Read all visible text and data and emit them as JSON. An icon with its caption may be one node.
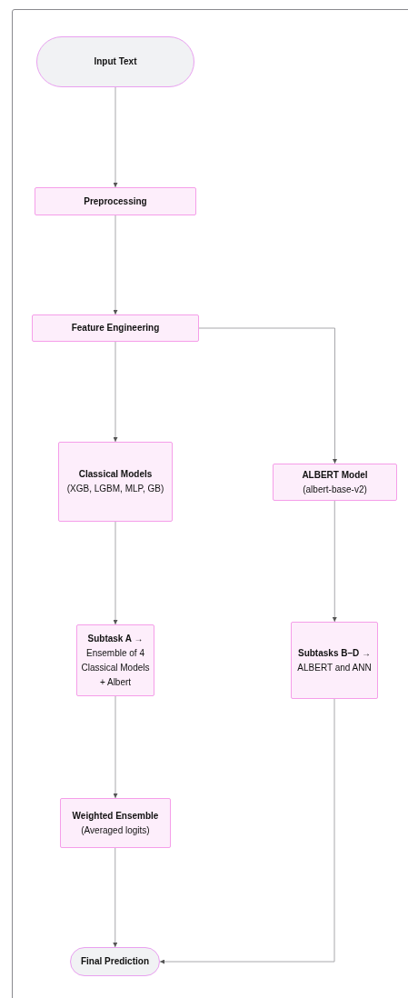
{
  "diagram": {
    "nodes": [
      {
        "text": [
          "Input Text"
        ]
      },
      {
        "text": [
          "Preprocessing"
        ]
      },
      {
        "text": [
          "Feature Engineering"
        ]
      },
      {
        "text": [
          "Classical Models",
          "(XGB, LGBM, MLP, GB)"
        ]
      },
      {
        "text": [
          "ALBERT Model",
          "(albert-base-v2)"
        ]
      },
      {
        "text": [
          "Subtask A →",
          "Ensemble of 4 Classical Models + Albert"
        ]
      },
      {
        "text": [
          "Subtasks B–D →",
          "ALBERT and ANN"
        ]
      },
      {
        "text": [
          "Weighted Ensemble",
          "(Averaged logits)"
        ]
      },
      {
        "text": [
          "Final Prediction"
        ]
      }
    ],
    "edges": [
      {
        "from": 0,
        "to": 1,
        "arrow": "to"
      },
      {
        "from": 1,
        "to": 2,
        "arrow": "to"
      },
      {
        "from": 2,
        "to": 3,
        "arrow": "to"
      },
      {
        "from": 2,
        "to": 4,
        "arrow": "to"
      },
      {
        "from": 3,
        "to": 5,
        "arrow": "to"
      },
      {
        "from": 4,
        "to": 6,
        "arrow": "to"
      },
      {
        "from": 5,
        "to": 7,
        "arrow": "to"
      },
      {
        "from": 7,
        "to": 8,
        "arrow": "to"
      },
      {
        "from": 6,
        "to": 8,
        "arrow": "to"
      }
    ]
  }
}
